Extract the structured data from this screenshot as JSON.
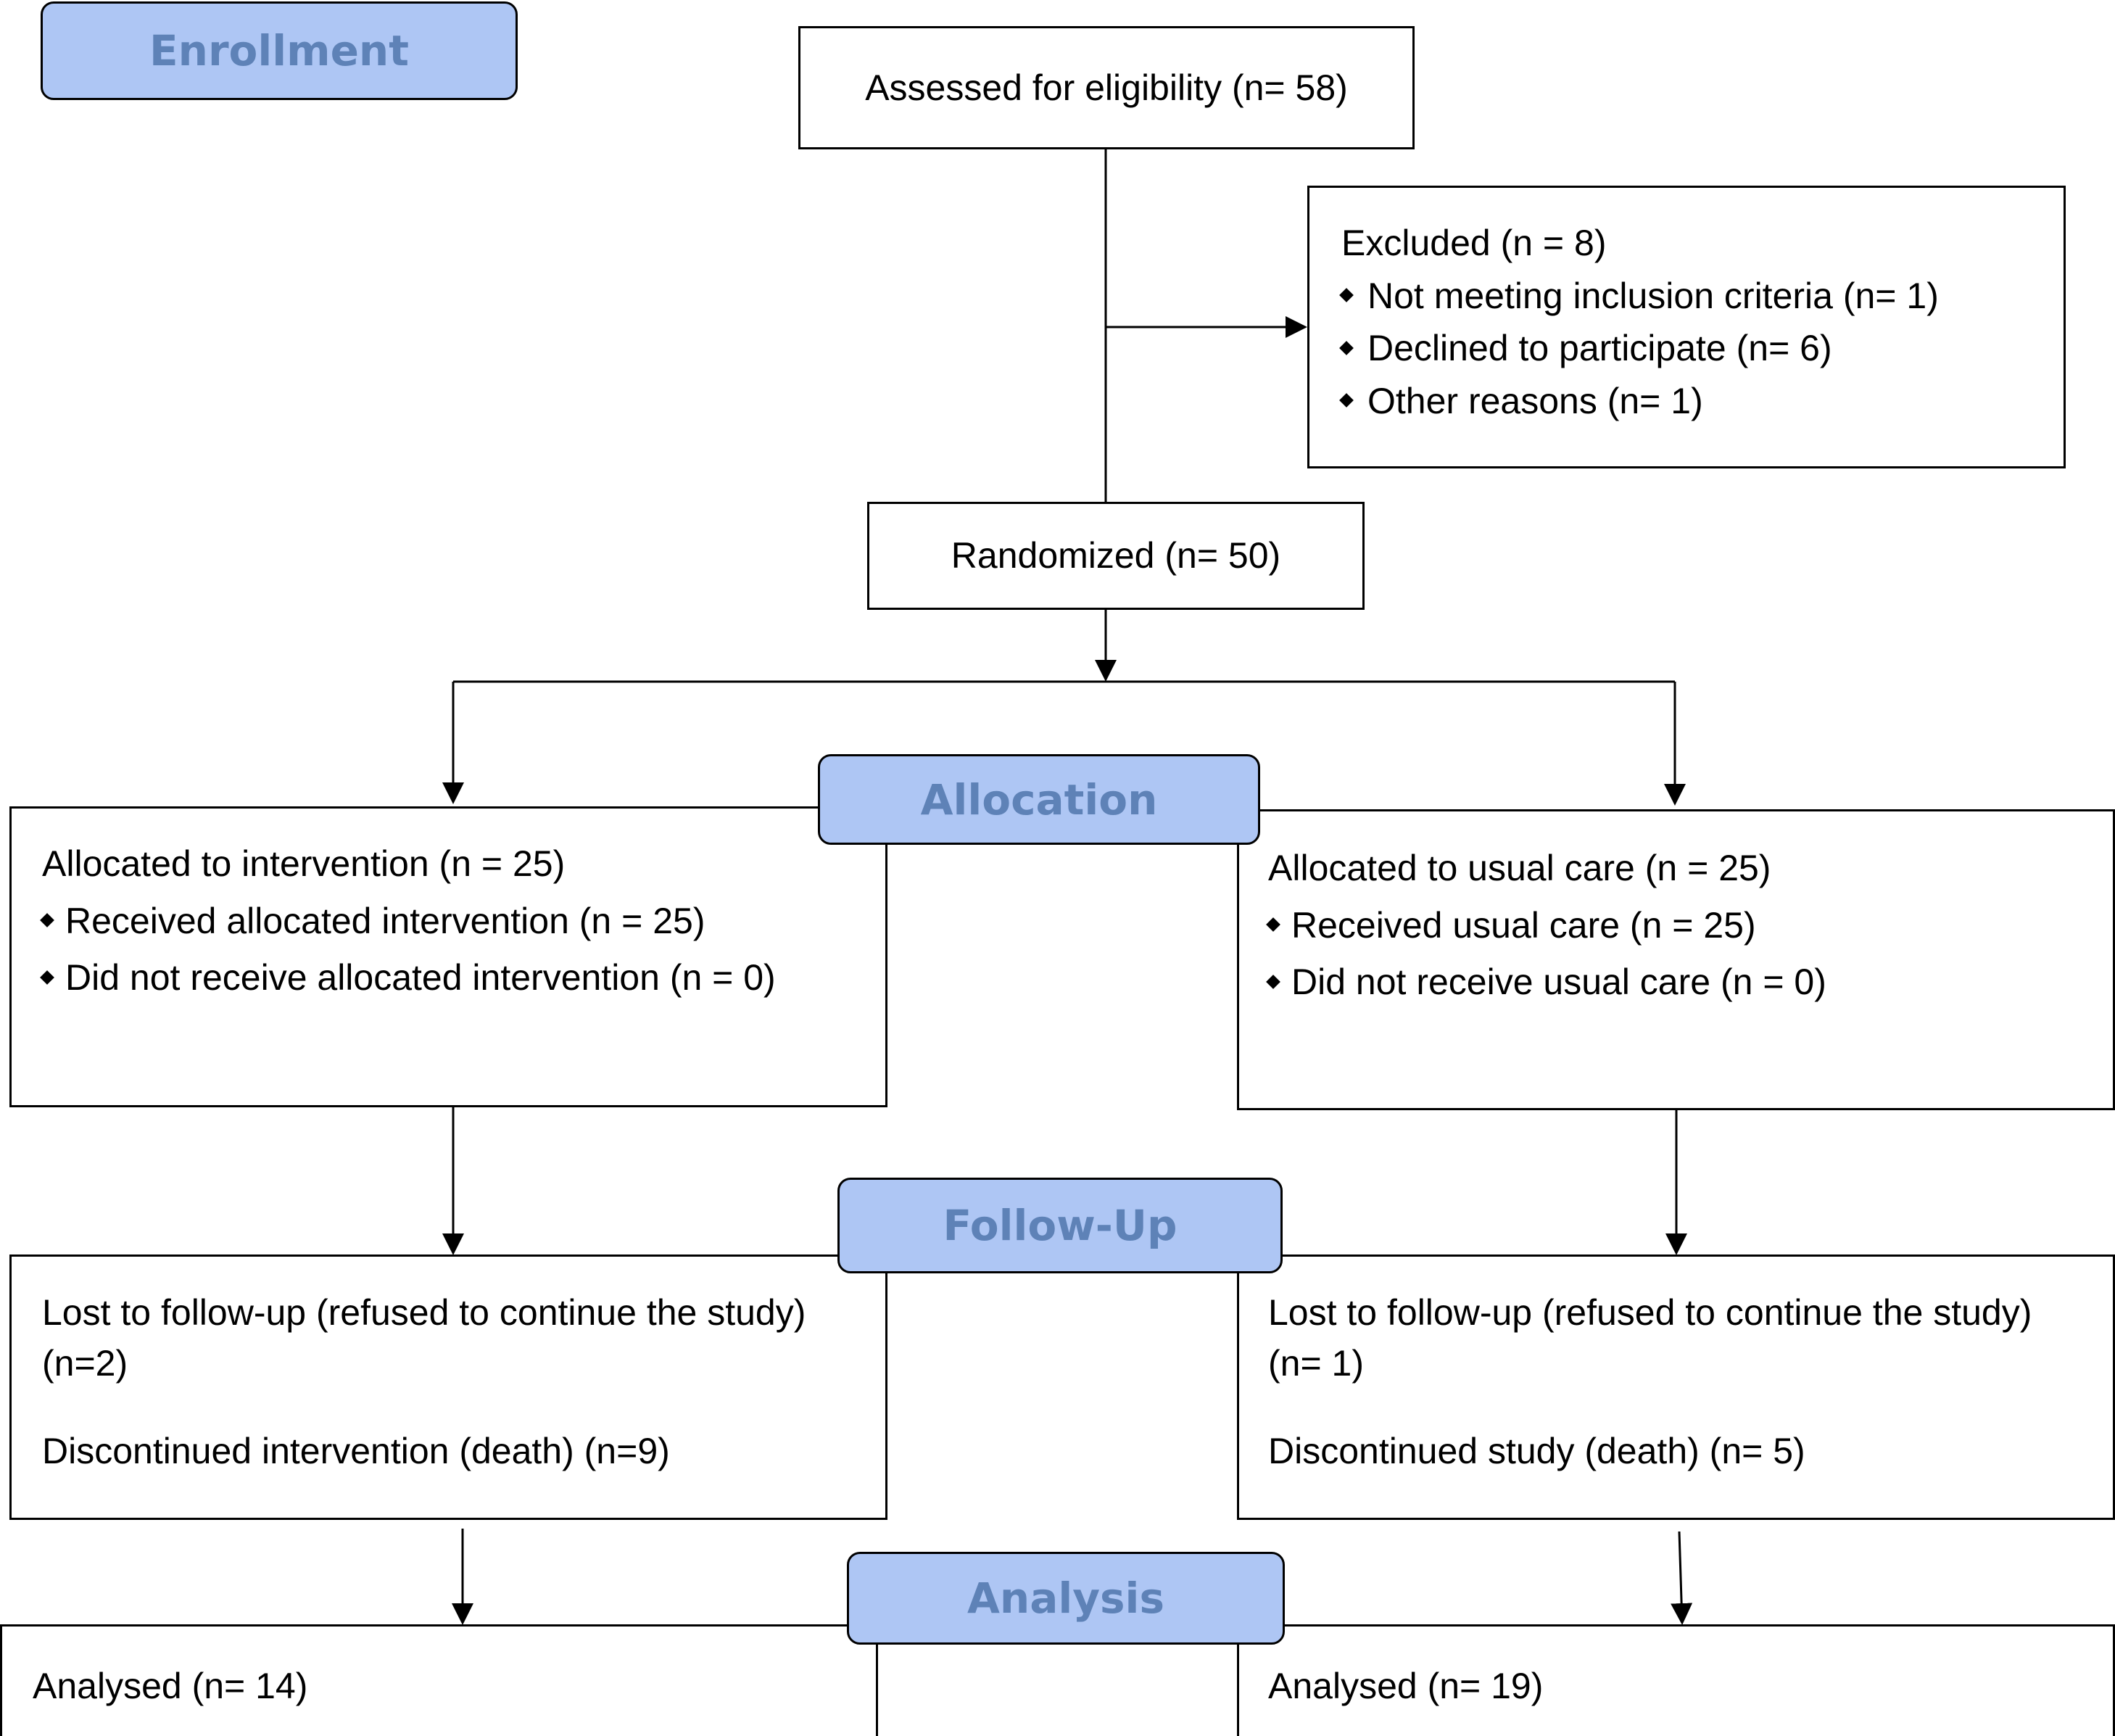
{
  "stages": {
    "enrollment": "Enrollment",
    "allocation": "Allocation",
    "follow_up": "Follow-Up",
    "analysis": "Analysis"
  },
  "assessed": "Assessed for eligibility (n= 58)",
  "excluded": {
    "title": "Excluded (n = 8)",
    "items": [
      "Not meeting inclusion criteria (n= 1)",
      "Declined to participate (n= 6)",
      "Other reasons (n= 1)"
    ]
  },
  "randomized": "Randomized (n= 50)",
  "allocation": {
    "left": {
      "title": "Allocated to intervention (n = 25)",
      "items": [
        "Received allocated intervention (n = 25)",
        "Did not receive allocated intervention (n = 0)"
      ]
    },
    "right": {
      "title": "Allocated to usual care (n = 25)",
      "items": [
        "Received usual care (n = 25)",
        "Did not receive usual care (n = 0)"
      ]
    }
  },
  "follow_up": {
    "left": {
      "lost": "Lost to follow-up (refused to continue the study) (n=2)",
      "discontinued": "Discontinued intervention (death) (n=9)"
    },
    "right": {
      "lost": "Lost to follow-up (refused to continue the study) (n= 1)",
      "discontinued": "Discontinued study (death) (n= 5)"
    }
  },
  "analysis": {
    "left": "Analysed (n= 14)",
    "right": "Analysed (n= 19)"
  },
  "colors": {
    "stage_fill": "#aec6f4",
    "stage_text": "#5e82b7",
    "border": "#000000"
  }
}
